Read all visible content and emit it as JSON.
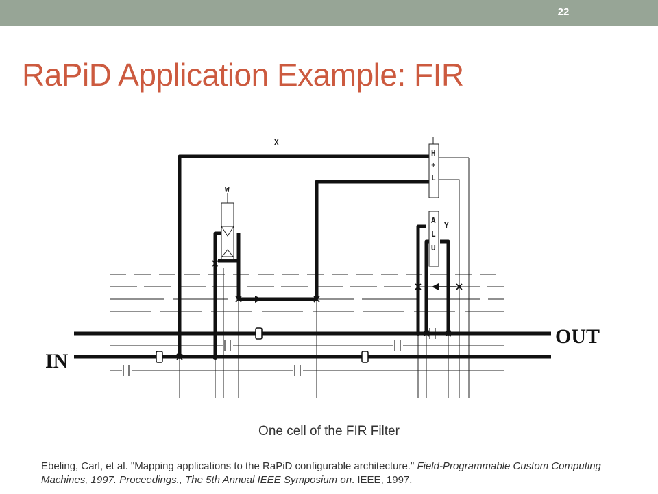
{
  "slide": {
    "number": "22"
  },
  "title": "RaPiD Application Example: FIR",
  "diagram": {
    "labels": {
      "x": "X",
      "w": "W",
      "mult": [
        "H",
        "*",
        "L"
      ],
      "alu": [
        "A",
        "L",
        "U"
      ],
      "y": "Y",
      "in": "IN",
      "out": "OUT"
    },
    "colors": {
      "title": "#cc5a3f",
      "topbar": "#97a596",
      "wire": "#111111"
    }
  },
  "caption": "One cell of the FIR Filter",
  "citation": {
    "part1": "Ebeling, Carl, et al. \"Mapping applications to the RaPiD configurable architecture.\" ",
    "italic1": "Field-Programmable Custom Computing Machines, 1997. Proceedings., The 5th Annual IEEE Symposium on",
    "part2": ". IEEE, 1997."
  }
}
